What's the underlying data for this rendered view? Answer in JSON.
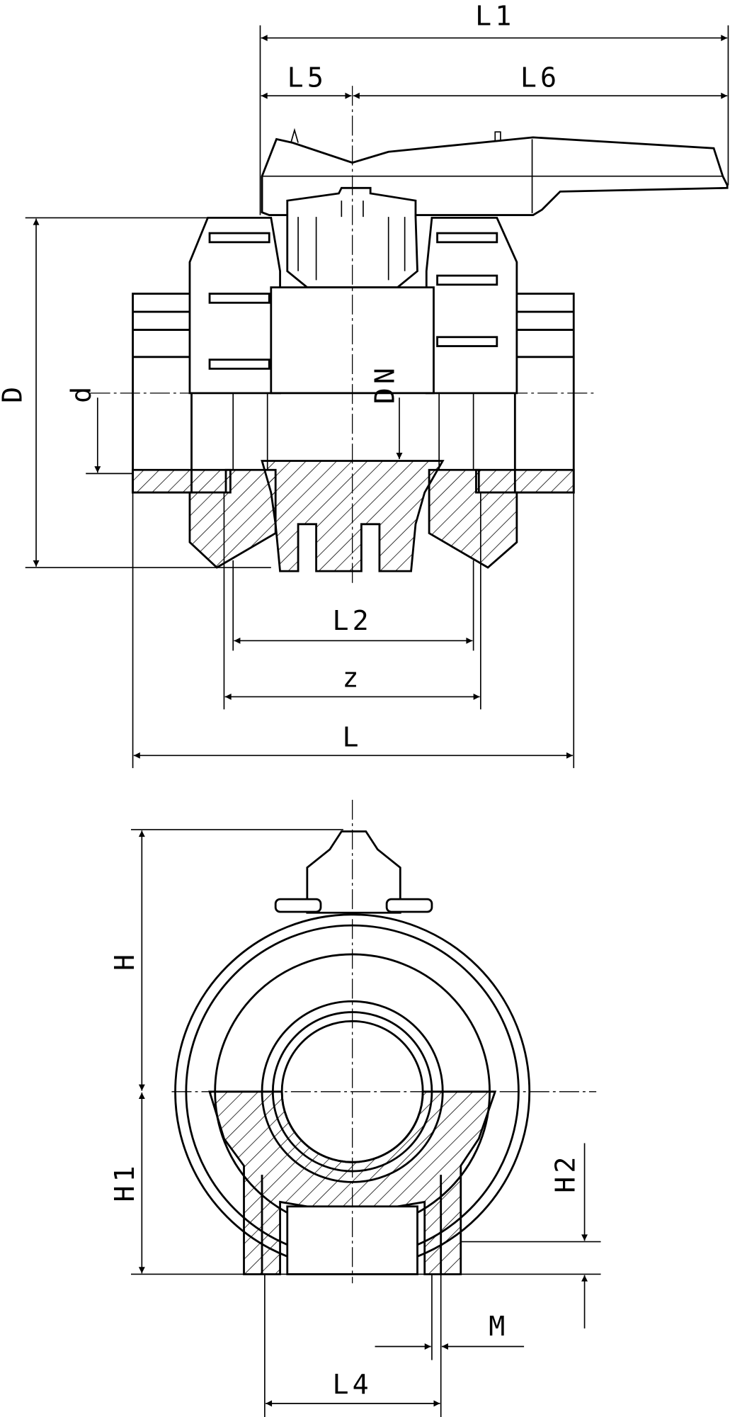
{
  "drawing": {
    "title": "Ball valve dimension drawing",
    "labels": {
      "L1": "L1",
      "L5": "L5",
      "L6": "L6",
      "D": "D",
      "d": "d",
      "DN": "DN",
      "L2": "L2",
      "z": "z",
      "L": "L",
      "H": "H",
      "H1": "H1",
      "H2": "H2",
      "M": "M",
      "L4": "L4"
    }
  }
}
